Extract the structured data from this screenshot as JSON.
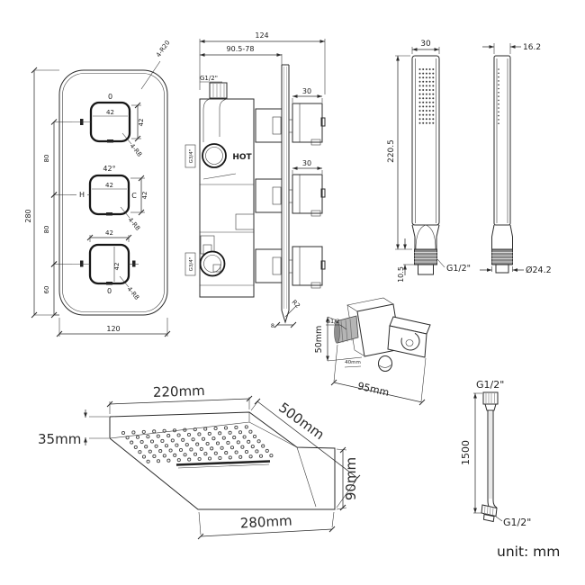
{
  "colors": {
    "line": "#2b2b2b",
    "background": "#ffffff",
    "thread_fill": "#8a8a8a",
    "nipple_fill": "#b5b5b5"
  },
  "front_view": {
    "panel_width": "120",
    "panel_height": "280",
    "corner_note": "4-R20",
    "seg1": "80",
    "seg2": "80",
    "seg3": "60",
    "knob_top": {
      "indicator": "0",
      "width": "42",
      "height": "42",
      "corner": "4-R8"
    },
    "knob_mid": {
      "angle": "42°",
      "width": "42",
      "height": "42",
      "corner": "4-R8",
      "hot": "H",
      "cold": "C"
    },
    "knob_bot": {
      "width": "42",
      "height": "42",
      "indicator": "0",
      "corner": "4-R8"
    }
  },
  "side_view": {
    "overall_depth": "124",
    "adjust_range": "90.5-78",
    "top_port": "G1/2\"",
    "hot_label": "HOT",
    "mid_port": "G3/4\"",
    "bottom_port": "G3/4\"",
    "knob1_width": "30",
    "knob2_width": "30",
    "plate_radius": "R2",
    "plate_thickness": "8"
  },
  "handset": {
    "width": "30",
    "length": "220.5",
    "thread_height": "10.5",
    "thread_size": "G1/2\"",
    "side_width": "16.2",
    "thread_diameter": "Ø24.2"
  },
  "outlet": {
    "thread_size": "G1/2",
    "height": "50mm",
    "depth": "40mm",
    "length": "95mm"
  },
  "head": {
    "width": "220mm",
    "thickness": "35mm",
    "length": "500mm",
    "flange_height": "90mm",
    "bottom_width": "280mm"
  },
  "hose": {
    "top_thread": "G1/2\"",
    "length": "1500",
    "bottom_thread": "G1/2\""
  },
  "footer": {
    "unit_note": "unit: mm"
  }
}
